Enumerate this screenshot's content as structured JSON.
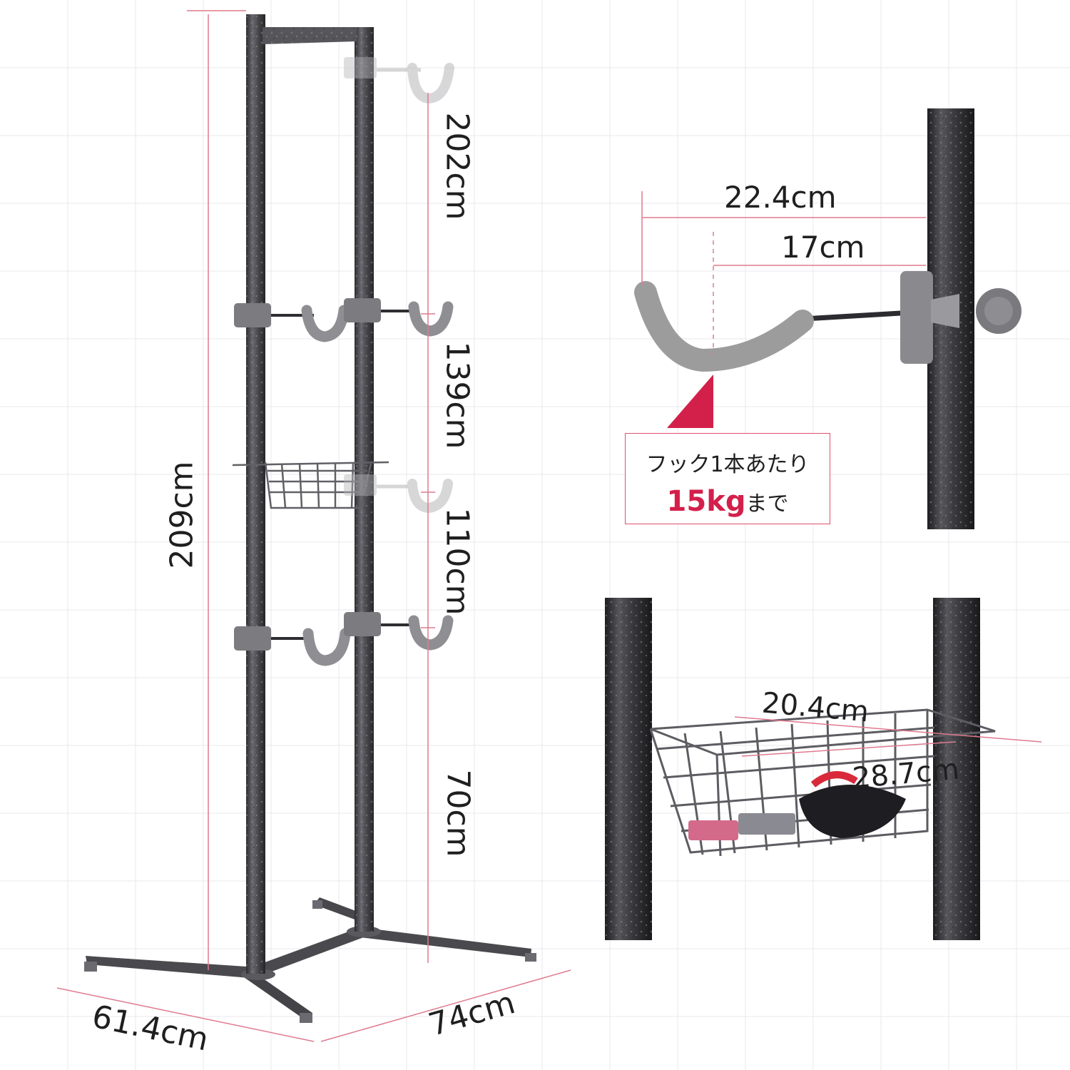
{
  "dimensions": {
    "total_height": "209cm",
    "hook_top": "202cm",
    "hook_upper": "139cm",
    "hook_mid": "110cm",
    "hook_low": "70cm",
    "base_width": "61.4cm",
    "base_depth": "74cm",
    "hook_reach": "22.4cm",
    "hook_arm": "17cm",
    "basket_width": "20.4cm",
    "basket_length": "28.7cm"
  },
  "load_note": {
    "line1": "フック1本あたり",
    "value": "15kg",
    "suffix": "まで"
  },
  "colors": {
    "accent": "#d3204a",
    "dimension_line": "#e07a8e",
    "metal": "#4a4a4e",
    "hook_coating": "#9c9c9c"
  }
}
